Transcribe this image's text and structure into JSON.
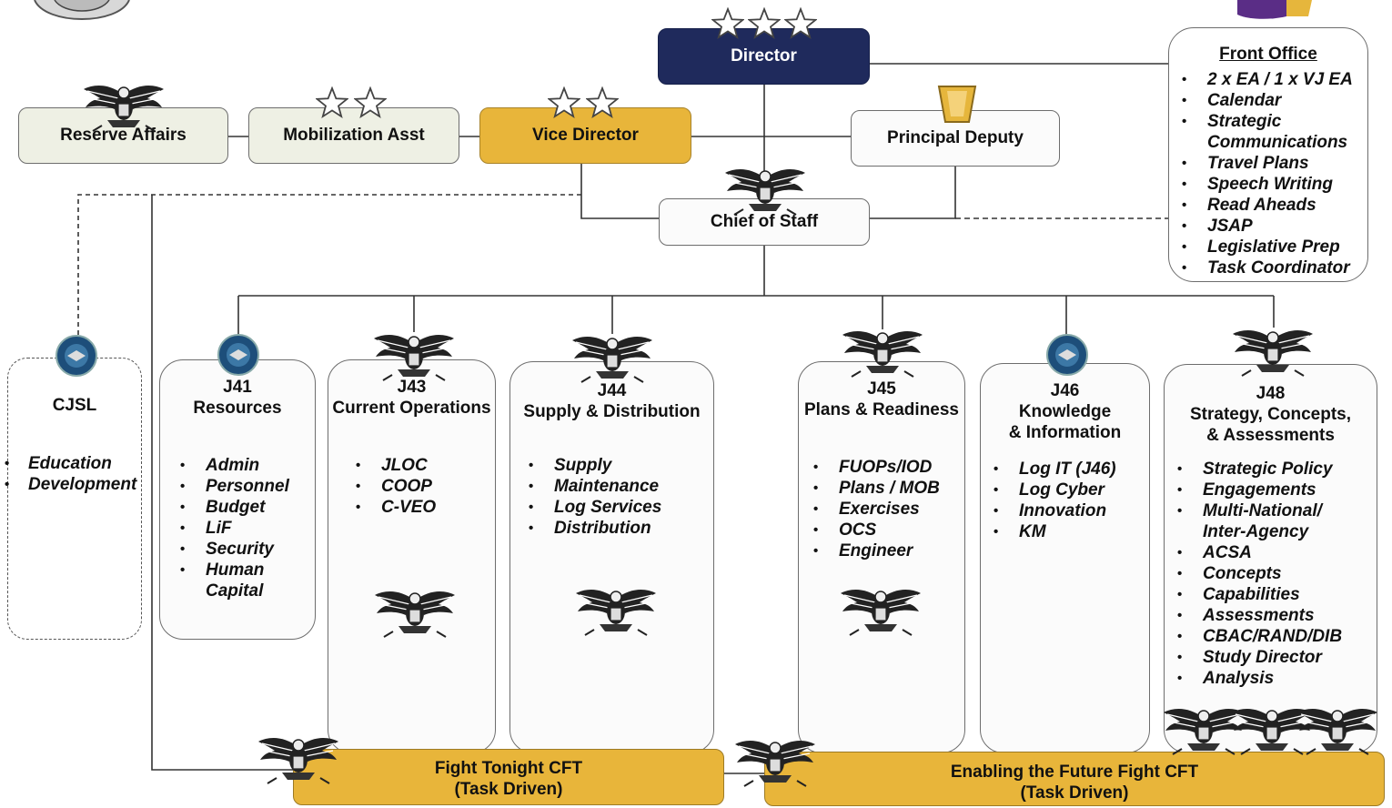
{
  "director": {
    "label": "Director"
  },
  "vice_director": {
    "label": "Vice Director"
  },
  "reserve_affairs": {
    "label": "Reserve Affairs"
  },
  "mobilization_asst": {
    "label": "Mobilization Asst"
  },
  "principal_deputy": {
    "label": "Principal Deputy"
  },
  "chief_of_staff": {
    "label": "Chief of Staff"
  },
  "front_office": {
    "title": "Front Office",
    "items": [
      "2 x EA / 1 x VJ EA",
      "Calendar",
      "Strategic",
      "Communications",
      "Travel Plans",
      "Speech Writing",
      "Read Aheads",
      "JSAP",
      "Legislative Prep",
      "Task Coordinator"
    ]
  },
  "cjsl": {
    "title": "CJSL",
    "items": [
      "Education",
      "Development"
    ]
  },
  "j41": {
    "code": "J41",
    "name": "Resources",
    "items": [
      "Admin",
      "Personnel",
      "Budget",
      "LiF",
      "Security",
      "Human",
      "Capital"
    ]
  },
  "j43": {
    "code": "J43",
    "name": "Current Operations",
    "items": [
      "JLOC",
      "COOP",
      "C-VEO"
    ]
  },
  "j44": {
    "code": "J44",
    "name": "Supply & Distribution",
    "items": [
      "Supply",
      "Maintenance",
      "Log Services",
      "Distribution"
    ]
  },
  "j45": {
    "code": "J45",
    "name": "Plans & Readiness",
    "items": [
      "FUOPs/IOD",
      "Plans / MOB",
      "Exercises",
      "OCS",
      "Engineer"
    ]
  },
  "j46": {
    "code": "J46",
    "name_line1": "Knowledge",
    "name_line2": "& Information",
    "items": [
      "Log IT (J46)",
      "Log Cyber",
      "Innovation",
      "KM"
    ]
  },
  "j48": {
    "code": "J48",
    "name_line1": "Strategy, Concepts,",
    "name_line2": "&  Assessments",
    "items": [
      "Strategic Policy",
      "Engagements",
      "Multi-National/",
      "Inter-Agency",
      "ACSA",
      "Concepts",
      "Capabilities",
      "Assessments",
      "CBAC/RAND/DIB",
      "Study Director",
      "Analysis"
    ]
  },
  "fight_tonight": {
    "line1": "Fight Tonight CFT",
    "line2": "(Task Driven)"
  },
  "future_fight": {
    "line1": "Enabling the Future Fight CFT",
    "line2": "(Task Driven)"
  },
  "icons": [
    "general-star-icon",
    "eagle-insignia-icon",
    "dod-seal-icon",
    "ses-badge-icon"
  ],
  "colors": {
    "navy": "#1f2a5c",
    "gold": "#e8b53a",
    "light_green": "#eef0e4",
    "line": "#333333"
  }
}
